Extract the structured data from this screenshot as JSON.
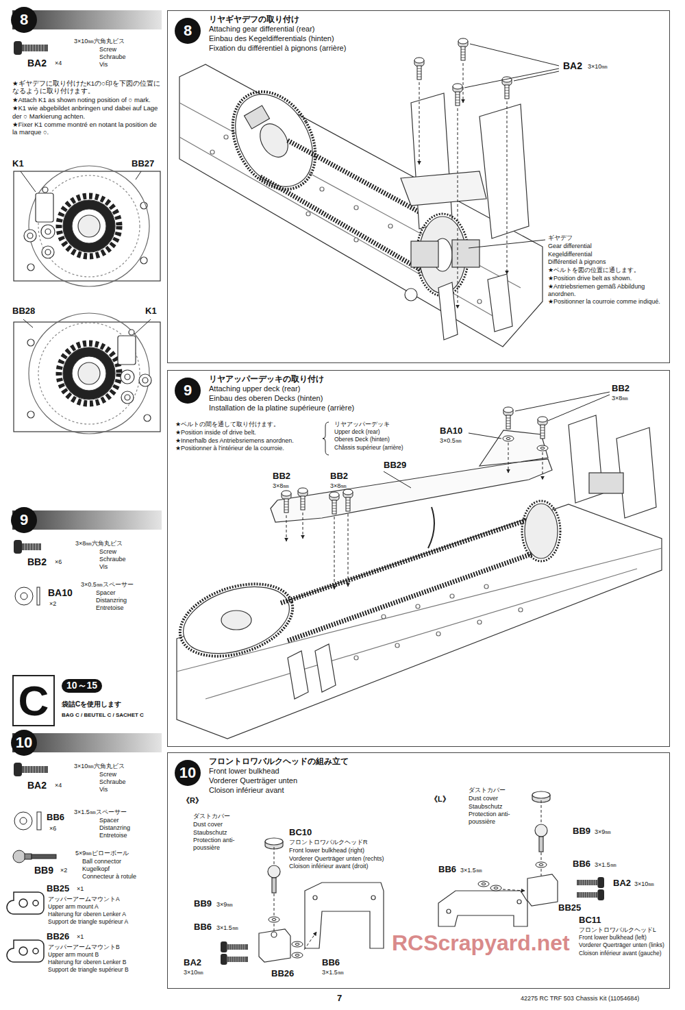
{
  "diagram": {
    "nodes": [
      {
        "text": [
          "8"
        ]
      },
      {
        "text": [
          "8",
          "リヤギヤデフの取り付け",
          "Attaching gear differential (rear)",
          "Einbau des Kegeldifferentials (hinten)",
          "Fixation du différentiel à pignons (arrière)"
        ]
      },
      {
        "text": [
          "9"
        ]
      },
      {
        "text": [
          "9",
          "リヤアッパーデッキの取り付け",
          "Attaching upper deck (rear)",
          "Einbau des oberen Decks (hinten)",
          "Installation de la platine supérieure (arrière)"
        ]
      },
      {
        "text": [
          "C",
          "10～15",
          "袋詰Cを使用します",
          "BAG C / BEUTEL C / SACHET C"
        ]
      },
      {
        "text": [
          "10"
        ]
      },
      {
        "text": [
          "10",
          "フロントロワバルクヘッドの組み立て",
          "Front lower bulkhead",
          "Vorderer Querträger unten",
          "Cloison inférieur avant"
        ]
      }
    ],
    "labels": [
      "BA2",
      "×4",
      "3×10㎜六角丸ビス",
      "Screw",
      "Schraube",
      "Vis",
      "★ギヤデフに取り付けたK1の○印を下図の位置になるように取り付けます。",
      "★Attach K1 as shown noting position of ○ mark.",
      "★K1 wie abgebildet anbringen und dabei auf Lage der ○ Markierung achten.",
      "★Fixer K1 comme montré en notant la position de la marque ○.",
      "K1",
      "BB27",
      "BB28",
      "K1",
      "BB2",
      "×6",
      "3×8㎜六角丸ビス",
      "Screw",
      "Schraube",
      "Vis",
      "BA10",
      "×2",
      "3×0.5㎜スペーサー",
      "Spacer",
      "Distanzring",
      "Entretoise",
      "BA2",
      "×4",
      "3×10㎜六角丸ビス",
      "Screw",
      "Schraube",
      "Vis",
      "BB6",
      "×6",
      "3×1.5㎜スペーサー",
      "Spacer",
      "Distanzring",
      "Entretoise",
      "BB9",
      "×2",
      "5×9㎜ピローボール",
      "Ball connector",
      "Kugelkopf",
      "Connecteur à rotule",
      "BB25",
      "×1",
      "アッパーアームマウントA",
      "Upper arm mount A",
      "Halterung für oberen Lenker A",
      "Support de triangle supérieur A",
      "BB26",
      "×1",
      "アッパーアームマウントB",
      "Upper arm mount B",
      "Halterung für oberen Lenker B",
      "Support de triangle supérieur B",
      "BA2",
      "3×10㎜",
      "ギヤデフ",
      "Gear differential",
      "Kegeldifferential",
      "Différentiel à pignons",
      "★ベルトを図の位置に通します。",
      "★Position drive belt as shown.",
      "★Antriebsriemen gemäß Abbildung anordnen.",
      "★Positionner la courroie comme indiqué.",
      "★ベルトの間を通して取り付けます。",
      "★Position inside of drive belt.",
      "★Innerhalb des Antriebsriemens anordnen.",
      "★Positionner à l'intérieur de la courroie.",
      "リヤアッパーデッキ",
      "Upper deck (rear)",
      "Oberes Deck (hinten)",
      "Châssis supérieur (arrière)",
      "BB2",
      "3×8㎜",
      "BA10",
      "3×0.5㎜",
      "BB29",
      "BB2",
      "3×8㎜",
      "BB2",
      "3×8㎜",
      "《R》",
      "ダストカバー",
      "Dust cover",
      "Staubschutz",
      "Protection anti-poussière",
      "BC10",
      "フロントロワバルクヘッドR",
      "Front lower bulkhead (right)",
      "Vorderer Querträger unten (rechts)",
      "Cloison inférieur avant (droit)",
      "BB9",
      "3×9㎜",
      "BB6",
      "3×1.5㎜",
      "BA2",
      "3×10㎜",
      "BB26",
      "BB6",
      "3×1.5㎜",
      "《L》",
      "ダストカバー",
      "Dust cover",
      "Staubschutz",
      "Protection anti-poussière",
      "BB9",
      "3×9㎜",
      "BB6",
      "3×1.5㎜",
      "BB6",
      "3×1.5㎜",
      "BA2",
      "3×10㎜",
      "BB25",
      "BC11",
      "フロントロワバルクヘッドL",
      "Front lower bulkhead (left)",
      "Vorderer Querträger unten (links)",
      "Cloison inférieur avant (gauche)",
      "7",
      "42275 RC TRF 503 Chassis Kit (11054684)",
      "RCScrapyard.net"
    ]
  }
}
